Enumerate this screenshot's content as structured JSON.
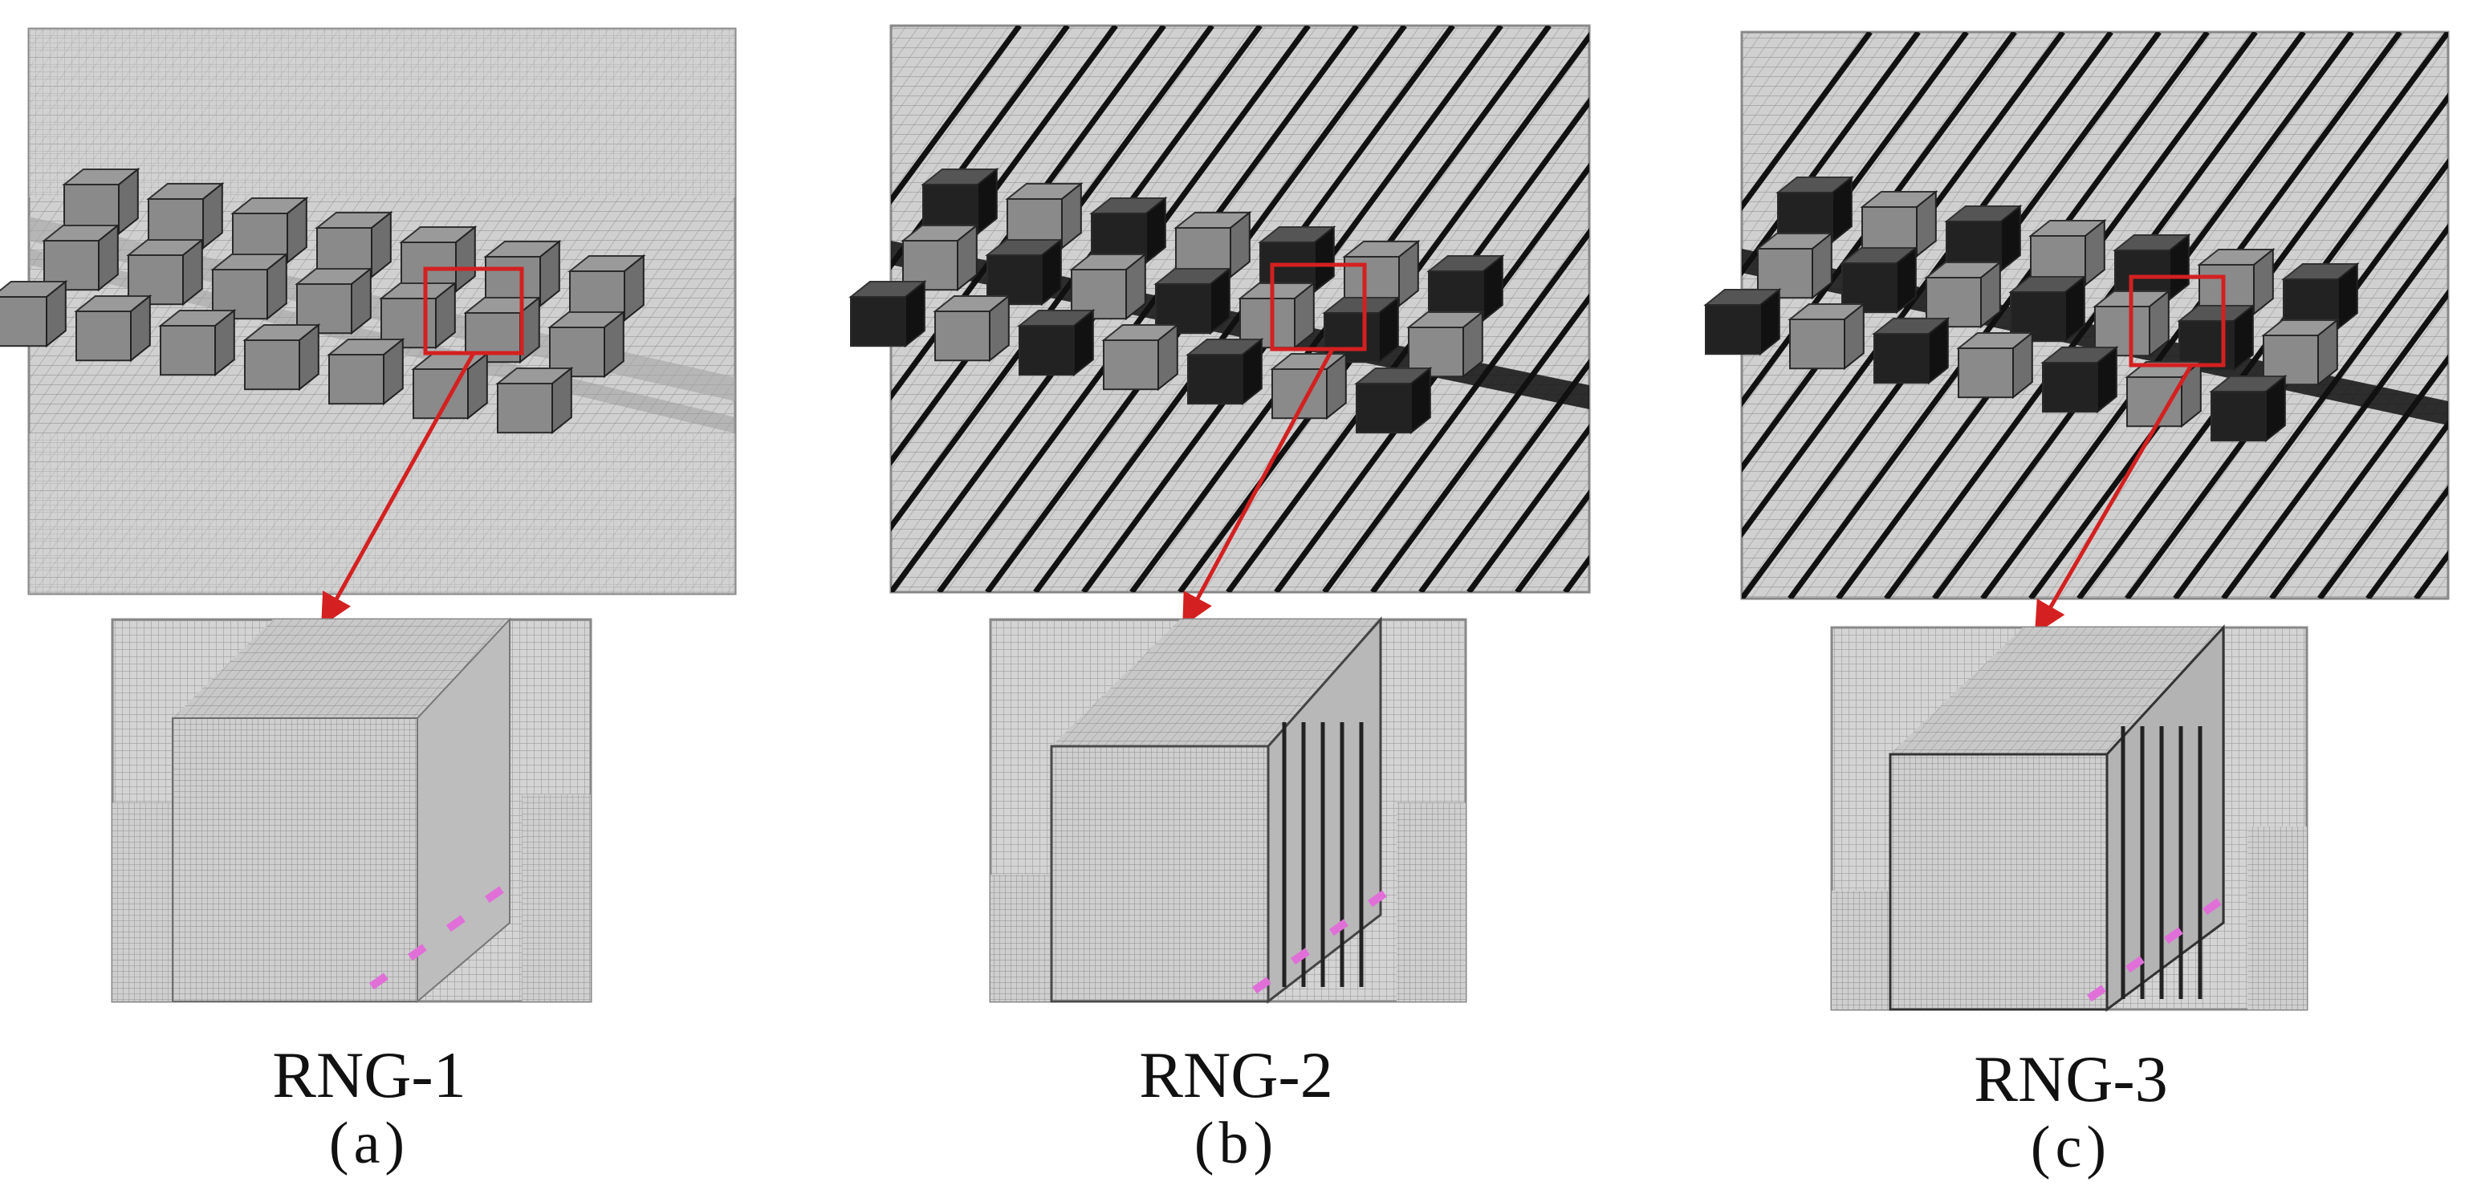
{
  "figure": {
    "panels": [
      {
        "label": "RNG-1",
        "sub": "(a)"
      },
      {
        "label": "RNG-2",
        "sub": "(b)"
      },
      {
        "label": "RNG-3",
        "sub": "(c)"
      }
    ],
    "colors": {
      "mesh_background": "#d2d2d2",
      "mesh_line": "#9a9a9a",
      "refined_band": "#111111",
      "block_face": "#8e8e8e",
      "highlight_box": "#d42020",
      "arrow": "#d42020",
      "marker": "#e070d8"
    }
  }
}
